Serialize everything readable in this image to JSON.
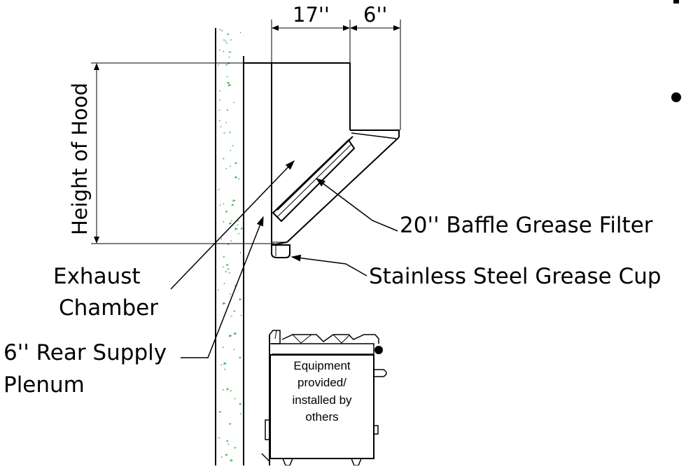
{
  "dimensions": {
    "hood_depth": "17''",
    "hood_front_extension": "6''",
    "height_of_hood": "Height of Hood"
  },
  "callouts": {
    "filter": "20'' Baffle Grease Filter",
    "grease_cup": "Stainless Steel Grease Cup",
    "exhaust_chamber": [
      "Exhaust",
      "Chamber"
    ],
    "rear_supply": [
      "6'' Rear Supply",
      "Plenum"
    ]
  },
  "equipment": {
    "note_lines": [
      "Equipment",
      "provided/",
      "installed by",
      "others"
    ]
  },
  "colors": {
    "line": "#000000",
    "wall_speckle": "#3bb54a"
  }
}
